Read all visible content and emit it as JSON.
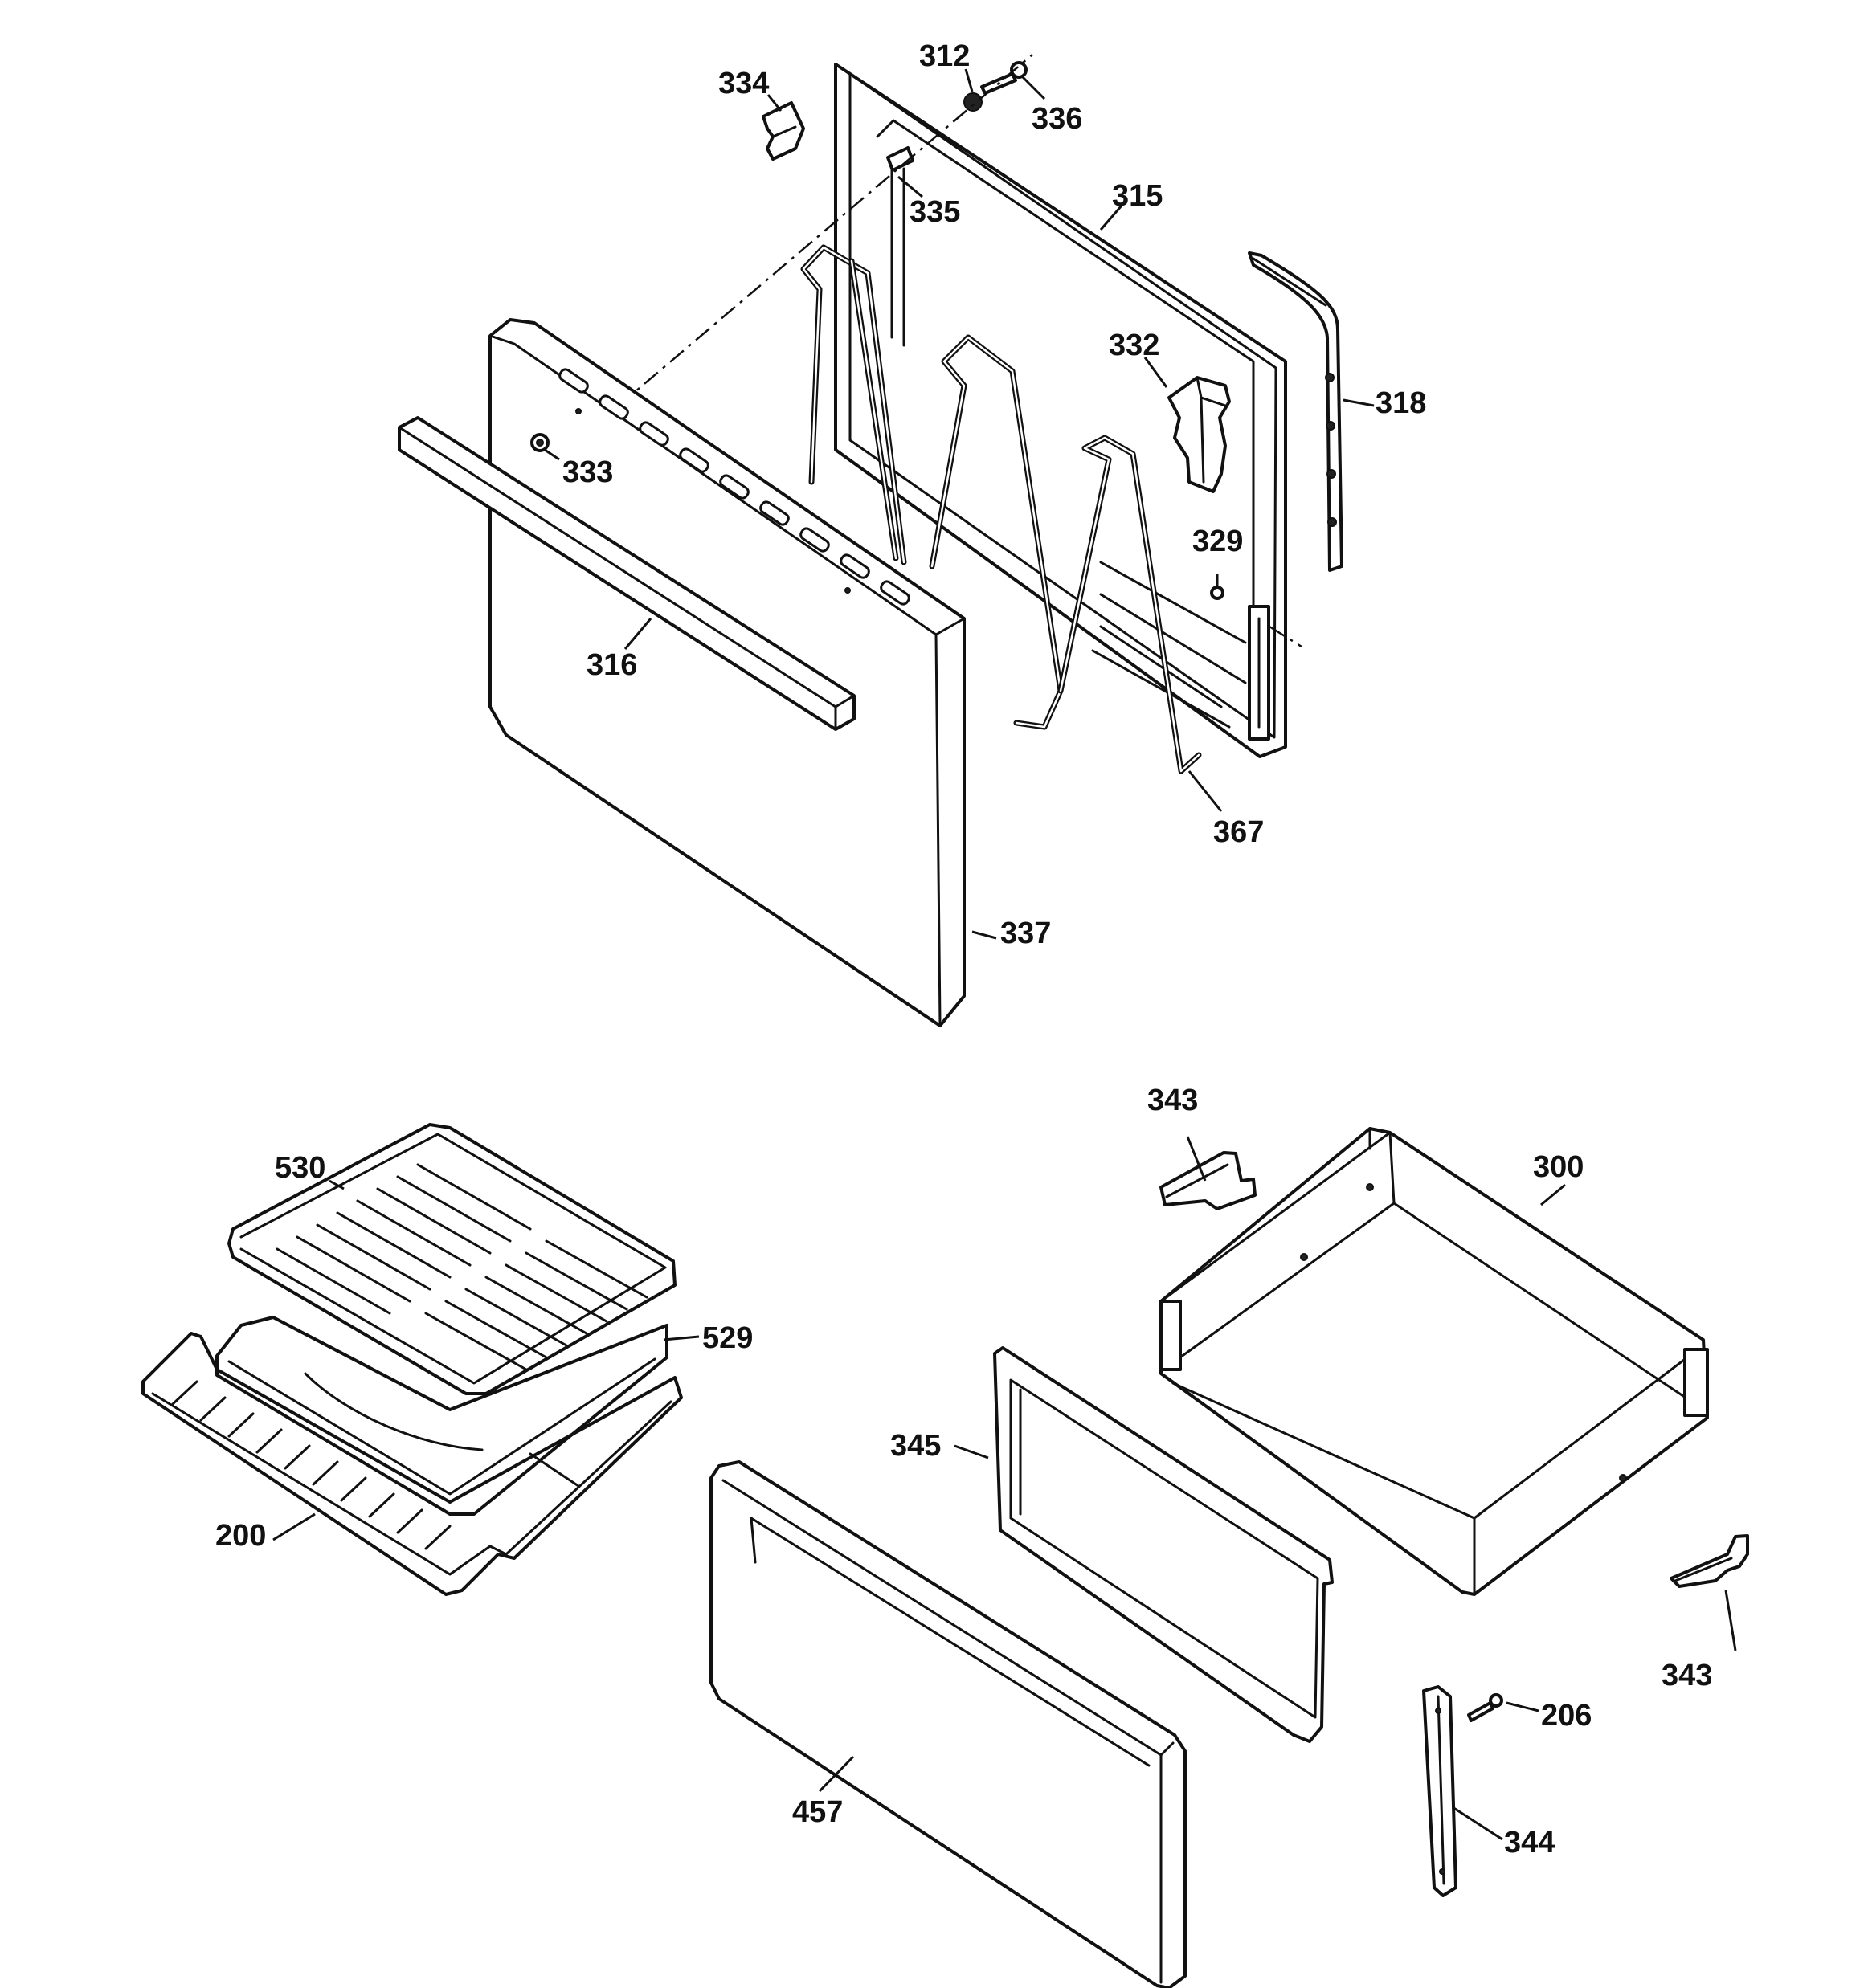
{
  "diagram": {
    "callouts": {
      "c312": "312",
      "c334": "334",
      "c336": "336",
      "c335": "335",
      "c315": "315",
      "c318": "318",
      "c332": "332",
      "c333": "333",
      "c329": "329",
      "c316": "316",
      "c367": "367",
      "c337": "337",
      "c343a": "343",
      "c300": "300",
      "c530": "530",
      "c529": "529",
      "c345": "345",
      "c200": "200",
      "c343b": "343",
      "c206": "206",
      "c457": "457",
      "c344": "344"
    }
  }
}
